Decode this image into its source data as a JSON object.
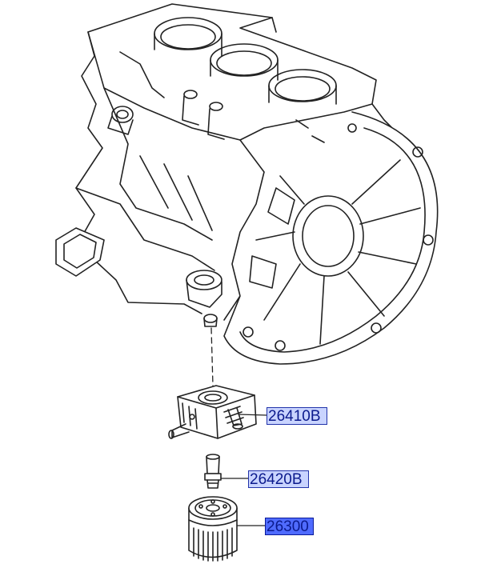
{
  "diagram": {
    "parts": [
      {
        "part_number": "26410B",
        "component": "oil-cooler",
        "highlight": "light"
      },
      {
        "part_number": "26420B",
        "component": "oil-cooler-fitting",
        "highlight": "light"
      },
      {
        "part_number": "26300",
        "component": "oil-filter",
        "highlight": "strong"
      }
    ]
  },
  "colors": {
    "line": "#222222",
    "label_text": "#0b1a8c",
    "highlight_light": "#c9d4ff",
    "highlight_strong": "#4f6bff"
  }
}
